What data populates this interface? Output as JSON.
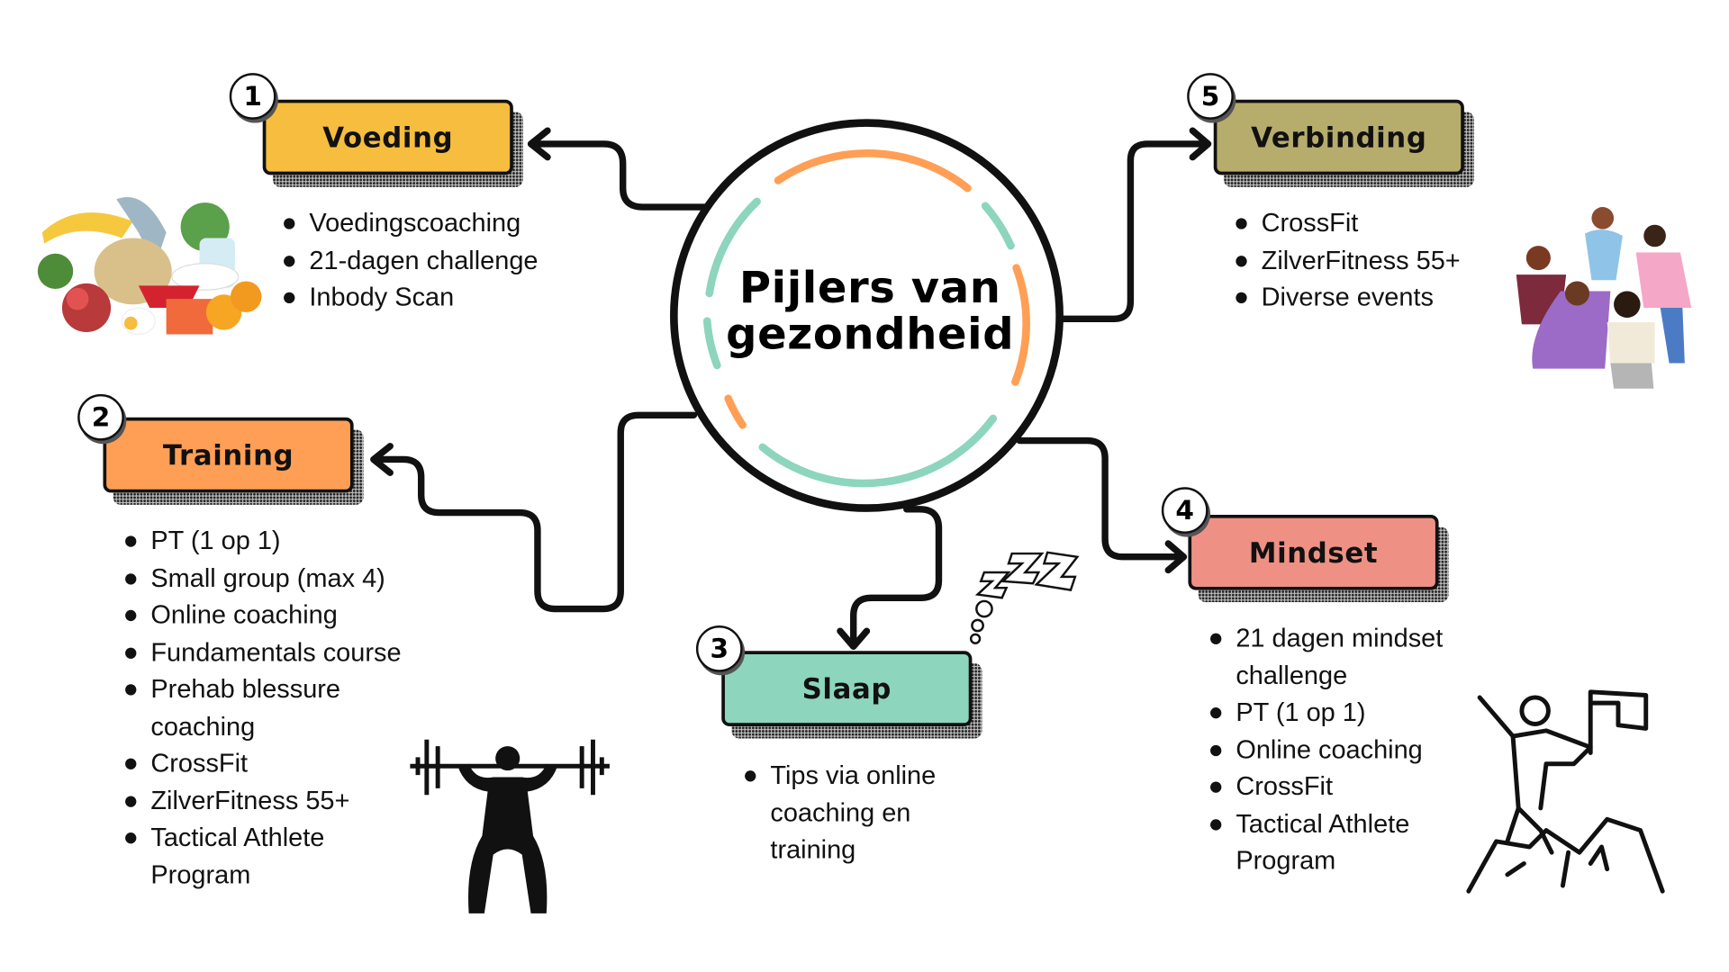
{
  "center": {
    "title": "Pijlers van gezondheid"
  },
  "colors": {
    "voeding": "#F6BD3E",
    "training": "#FF9F55",
    "slaap": "#8DD5BD",
    "mindset": "#EE9184",
    "verbinding": "#B6AD6C",
    "ring_orange": "#FF9F55",
    "ring_teal": "#8DD5BD"
  },
  "pillars": [
    {
      "number": "1",
      "title": "Voeding",
      "items": [
        "Voedingscoaching",
        "21-dagen challenge",
        "Inbody Scan"
      ]
    },
    {
      "number": "2",
      "title": "Training",
      "items": [
        "PT (1 op 1)",
        "Small group (max 4)",
        "Online coaching",
        "Fundamentals course",
        "Prehab blessure coaching",
        "CrossFit",
        "ZilverFitness 55+",
        "Tactical Athlete Program"
      ]
    },
    {
      "number": "3",
      "title": "Slaap",
      "items": [
        "Tips via online coaching en training"
      ]
    },
    {
      "number": "4",
      "title": "Mindset",
      "items": [
        "21 dagen mindset challenge",
        "PT (1 op 1)",
        "Online coaching",
        "CrossFit",
        "Tactical Athlete Program"
      ]
    },
    {
      "number": "5",
      "title": "Verbinding",
      "items": [
        "CrossFit",
        "ZilverFitness 55+",
        "Diverse events"
      ]
    }
  ],
  "icons": [
    "food-illustration",
    "weightlifter-icon",
    "zzz-icon",
    "climber-flag-icon",
    "team-high-five-illustration"
  ]
}
